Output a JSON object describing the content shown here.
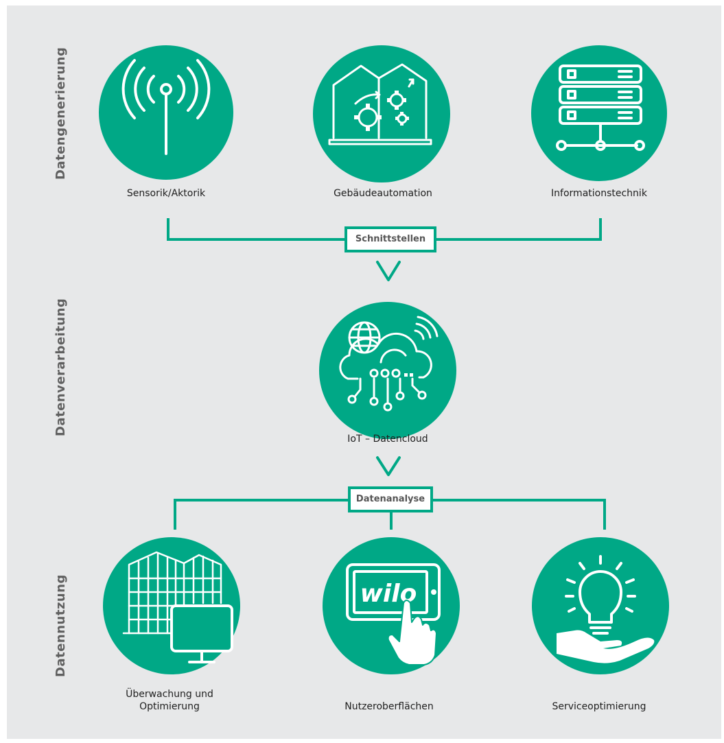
{
  "sections": {
    "generation": "Datengenerierung",
    "processing": "Datenverarbeitung",
    "usage": "Datennutzung"
  },
  "nodes": {
    "sensorik": "Sensorik/Aktorik",
    "gebaeude": "Gebäudeautomation",
    "info": "Informationstechnik",
    "iot": "IoT – Datencloud",
    "ueberwachung_line1": "Überwachung und",
    "ueberwachung_line2": "Optimierung",
    "nutzer": "Nutzeroberflächen",
    "service": "Serviceoptimierung"
  },
  "connectors": {
    "schnittstellen": "Schnittstellen",
    "datenanalyse": "Datenanalyse"
  },
  "logo_text": "wilo",
  "colors": {
    "accent": "#00a886",
    "background": "#e7e8e9",
    "label": "#606060"
  }
}
